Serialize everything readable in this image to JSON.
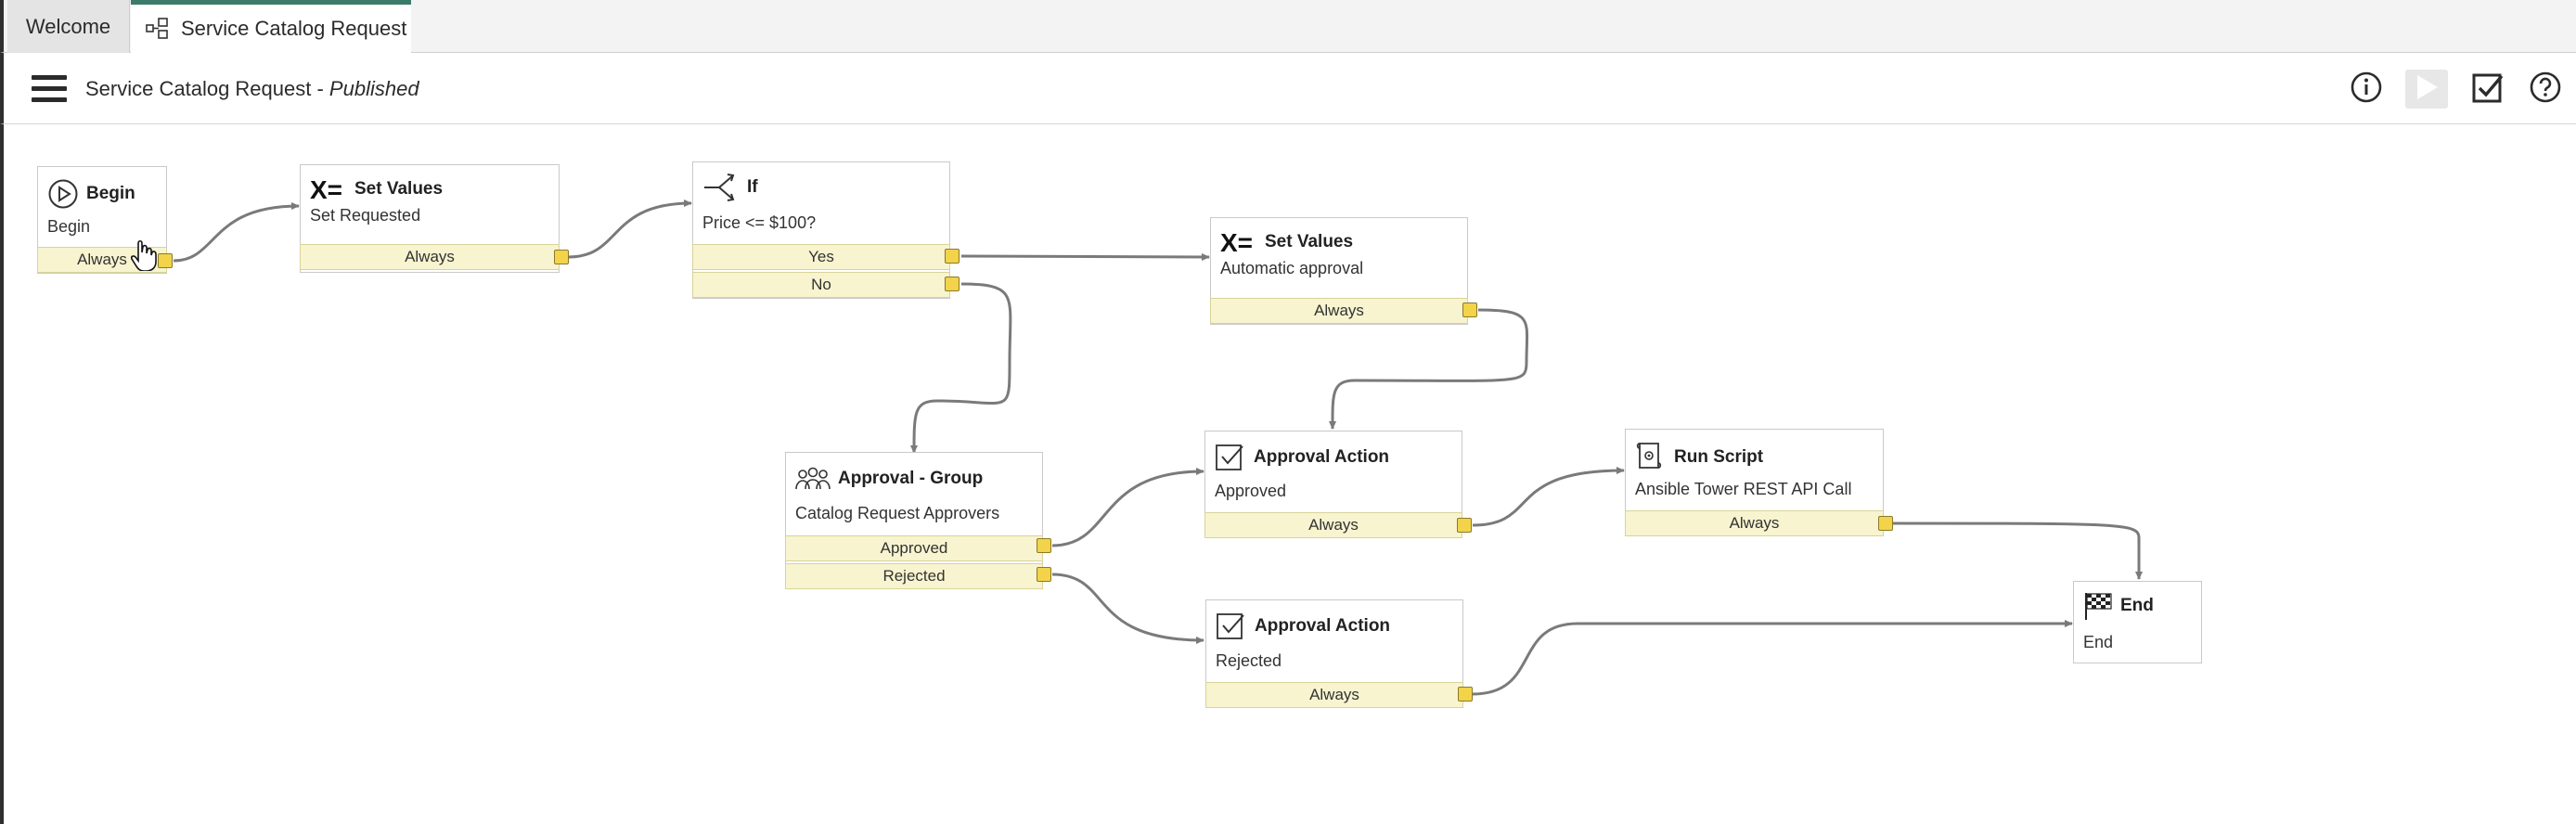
{
  "tabs": [
    {
      "label": "Welcome"
    },
    {
      "label": "Service Catalog Request",
      "icon": "flow-icon"
    }
  ],
  "header": {
    "title": "Service Catalog Request",
    "separator": " - ",
    "status": "Published",
    "buttons": [
      "info-icon",
      "run-icon",
      "checkmark-icon",
      "help-icon"
    ]
  },
  "nodes": {
    "begin": {
      "title": "Begin",
      "subtitle": "Begin",
      "ports": [
        "Always"
      ]
    },
    "set_requested": {
      "title": "Set Values",
      "subtitle": "Set Requested",
      "ports": [
        "Always"
      ]
    },
    "if": {
      "title": "If",
      "subtitle": "Price <= $100?",
      "ports": [
        "Yes",
        "No"
      ]
    },
    "set_auto": {
      "title": "Set Values",
      "subtitle": "Automatic approval",
      "ports": [
        "Always"
      ]
    },
    "approval_group": {
      "title": "Approval - Group",
      "subtitle": "Catalog Request Approvers",
      "ports": [
        "Approved",
        "Rejected"
      ]
    },
    "approval_approved": {
      "title": "Approval Action",
      "subtitle": "Approved",
      "ports": [
        "Always"
      ]
    },
    "approval_rejected": {
      "title": "Approval Action",
      "subtitle": "Rejected",
      "ports": [
        "Always"
      ]
    },
    "run_script": {
      "title": "Run Script",
      "subtitle": "Ansible Tower REST API Call",
      "ports": [
        "Always"
      ]
    },
    "end": {
      "title": "End",
      "subtitle": "End"
    }
  },
  "colors": {
    "port_fill": "#f7f4cf",
    "knob": "#f2d34a",
    "wire": "#7a7a7a",
    "tab_accent": "#3c7a6c"
  }
}
